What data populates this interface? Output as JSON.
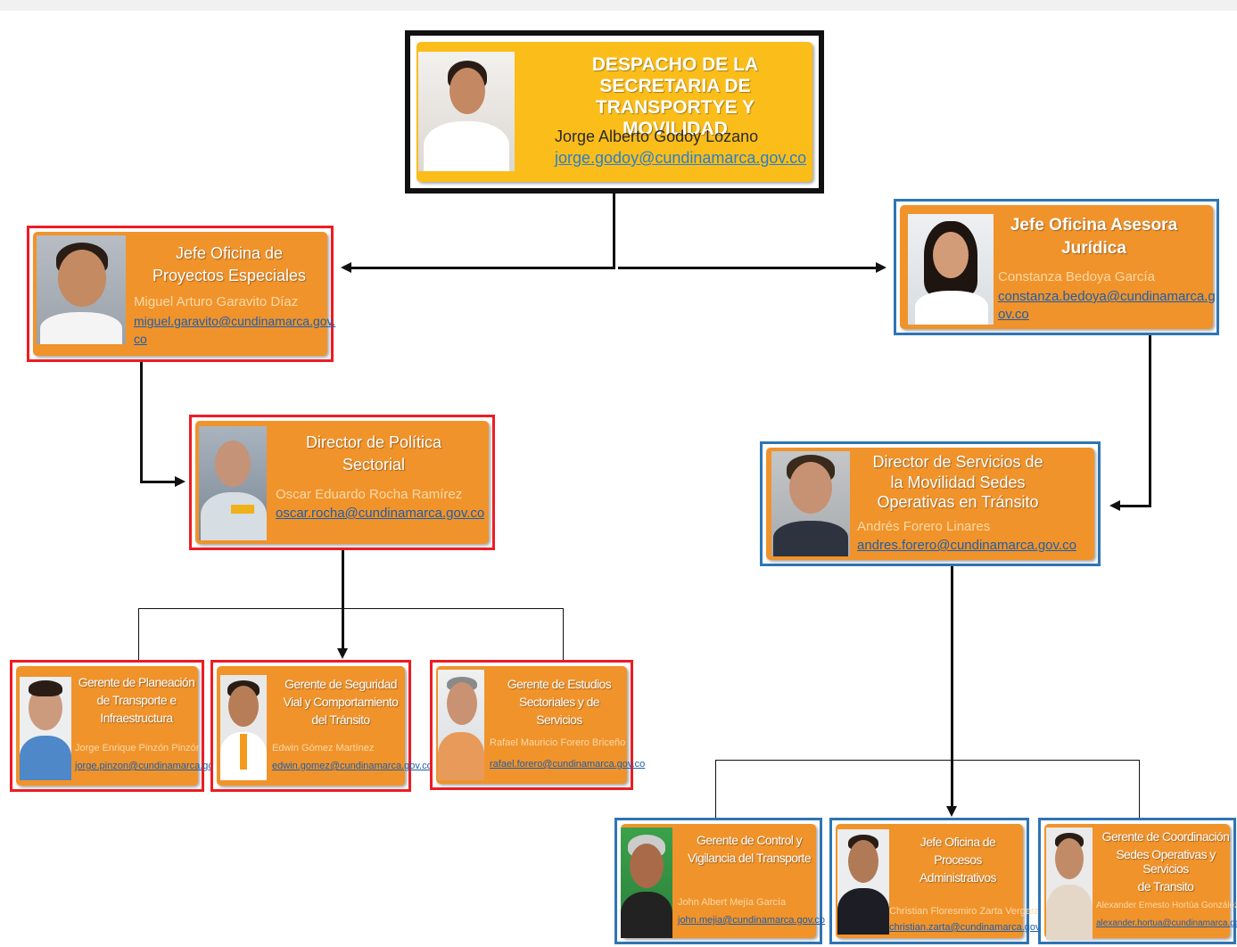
{
  "despacho": {
    "title_lines": [
      "DESPACHO DE LA",
      "SECRETARIA DE",
      "TRANSPORTYE Y MOVILIDAD"
    ],
    "person": "Jorge Alberto Godoy Lozano",
    "email": "jorge.godoy@cundinamarca.gov.co"
  },
  "proyectos": {
    "title_lines": [
      "Jefe Oficina de",
      "Proyectos Especiales"
    ],
    "person": "Miguel Arturo Garavito Díaz",
    "email_lines": [
      "miguel.garavito@cundinamarca.gov.",
      "co"
    ]
  },
  "juridica": {
    "title_lines": [
      "Jefe Oficina Asesora",
      "Jurídica"
    ],
    "person": "Constanza Bedoya García",
    "email_lines": [
      "constanza.bedoya@cundinamarca.g",
      "ov.co"
    ]
  },
  "politica": {
    "title_lines": [
      "Director de Política",
      "Sectorial"
    ],
    "person": "Oscar Eduardo Rocha Ramírez",
    "email": "oscar.rocha@cundinamarca.gov.co"
  },
  "servicios": {
    "title_lines": [
      "Director de Servicios de",
      "la Movilidad Sedes",
      "Operativas en Tránsito"
    ],
    "person": "Andrés Forero Linares",
    "email": "andres.forero@cundinamarca.gov.co"
  },
  "planeacion": {
    "title_lines": [
      "Gerente de Planeación",
      "de Transporte e",
      "Infraestructura"
    ],
    "person": "Jorge Enrique Pinzón Pinzón",
    "email": "jorge.pinzon@cundinamarca.gov.co"
  },
  "seguridad": {
    "title_lines": [
      "Gerente de Seguridad",
      "Vial y Comportamiento",
      "del Tránsito"
    ],
    "person": "Edwin Gómez Martínez",
    "email": "edwin.gomez@cundinamarca.gov.co"
  },
  "estudios": {
    "title_lines": [
      "Gerente de Estudios",
      "Sectoriales y de",
      "Servicios"
    ],
    "person": "Rafael Mauricio Forero Briceño",
    "email": "rafael.forero@cundinamarca.gov.co"
  },
  "control": {
    "title_lines": [
      "Gerente de Control y",
      "Vigilancia del Transporte"
    ],
    "person": "John Albert Mejía García",
    "email": "john.mejia@cundinamarca.gov.co"
  },
  "procesos": {
    "title_lines": [
      "Jefe Oficina de",
      "Procesos",
      "Administrativos"
    ],
    "person": "Christian Floresmiro Zarta Vergara",
    "email": "christian.zarta@cundinamarca.gov.co"
  },
  "coordinacion": {
    "title_lines": [
      "Gerente de Coordinación",
      "Sedes Operativas y Servicios",
      "de Transito"
    ],
    "person": "Alexander Ernesto Hortúa González",
    "email": "alexander.hortua@cundinamarca.gov.co"
  },
  "colors": {
    "red_border": "#ee1c24",
    "blue_border": "#2e75b6",
    "orange": "#f0932b",
    "gold": "#fbbd1a"
  }
}
